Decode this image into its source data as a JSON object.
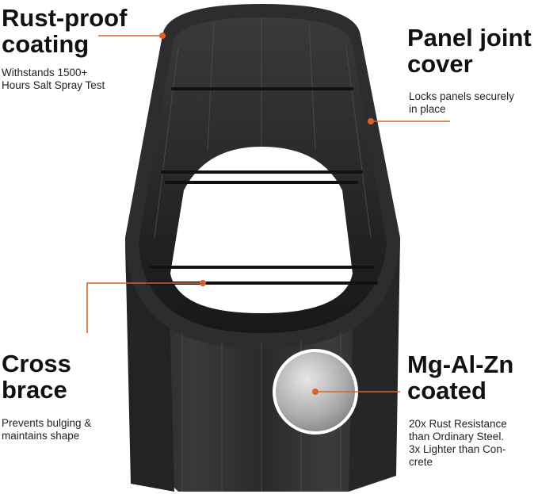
{
  "accent_color": "#d9622b",
  "product_color": "#2b2b2d",
  "callouts": {
    "rust_proof": {
      "title_lines": [
        "Rust-proof",
        "coating"
      ],
      "desc_lines": [
        "Withstands 1500+",
        "Hours Salt Spray Test"
      ]
    },
    "panel_joint": {
      "title_lines": [
        "Panel joint",
        "cover"
      ],
      "desc_lines": [
        "Locks panels securely",
        "in place"
      ]
    },
    "cross_brace": {
      "title_lines": [
        "Cross",
        "brace"
      ],
      "desc_lines": [
        "Prevents bulging &",
        "maintains shape"
      ]
    },
    "mg_al_zn": {
      "title_lines": [
        "Mg-Al-Zn",
        "coated"
      ],
      "desc_lines": [
        "20x Rust Resistance",
        "than Ordinary Steel.",
        "3x Lighter than Con-",
        "crete"
      ]
    }
  },
  "icons": {
    "zoom_swatch": "metal-texture-swatch"
  }
}
